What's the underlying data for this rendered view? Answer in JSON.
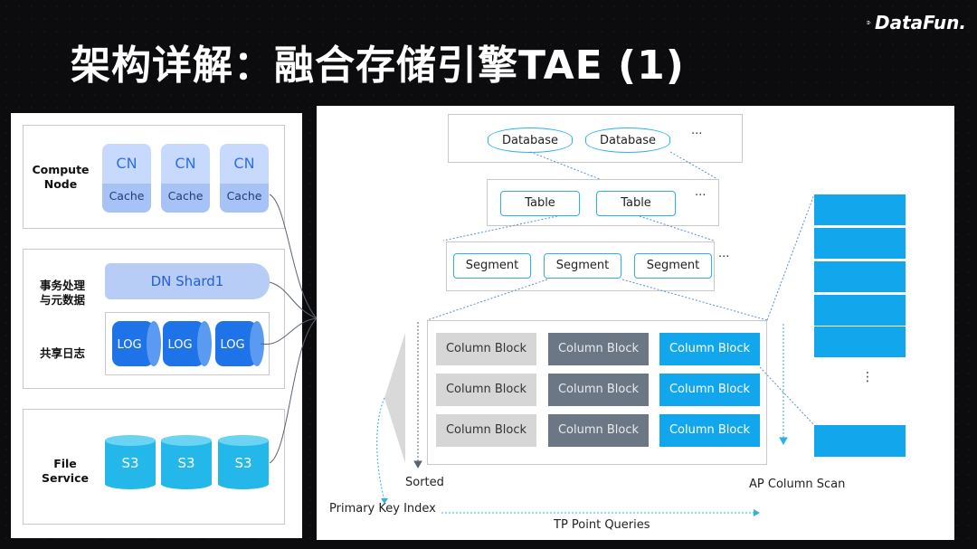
{
  "slide": {
    "title": "架构详解：融合存储引擎TAE (1)",
    "logo": "DataFun."
  },
  "left": {
    "compute_label": "Compute\nNode",
    "compute_label_1": "Compute",
    "compute_label_2": "Node",
    "cn_nodes": [
      {
        "top": "CN",
        "bottom": "Cache"
      },
      {
        "top": "CN",
        "bottom": "Cache"
      },
      {
        "top": "CN",
        "bottom": "Cache"
      }
    ],
    "txn_label_1": "事务处理",
    "txn_label_2": "与元数据",
    "dn_shard": "DN Shard1",
    "log_label": "共享日志",
    "logs": [
      "LOG",
      "LOG",
      "LOG"
    ],
    "file_service_label": "File Service",
    "s3": [
      "S3",
      "S3",
      "S3"
    ]
  },
  "right": {
    "databases": [
      "Database",
      "Database"
    ],
    "db_ellipsis": "···",
    "tables": [
      "Table",
      "Table"
    ],
    "table_ellipsis": "···",
    "segments": [
      "Segment",
      "Segment",
      "Segment"
    ],
    "segment_ellipsis": "···",
    "column_blocks": [
      [
        "Column Block",
        "Column Block",
        "Column Block"
      ],
      [
        "Column Block",
        "Column Block",
        "Column Block"
      ],
      [
        "Column Block",
        "Column Block",
        "Column Block"
      ]
    ],
    "sorted_label": "Sorted",
    "pk_index_label": "Primary Key Index",
    "tp_label": "TP Point Queries",
    "ap_label": "AP Column Scan",
    "scan_ellipsis": "⋮"
  },
  "colors": {
    "accent_blue": "#12a7ec",
    "cn_blue": "#c7dafd",
    "dark_block": "#6b7785",
    "light_block": "#d6d6d6"
  }
}
